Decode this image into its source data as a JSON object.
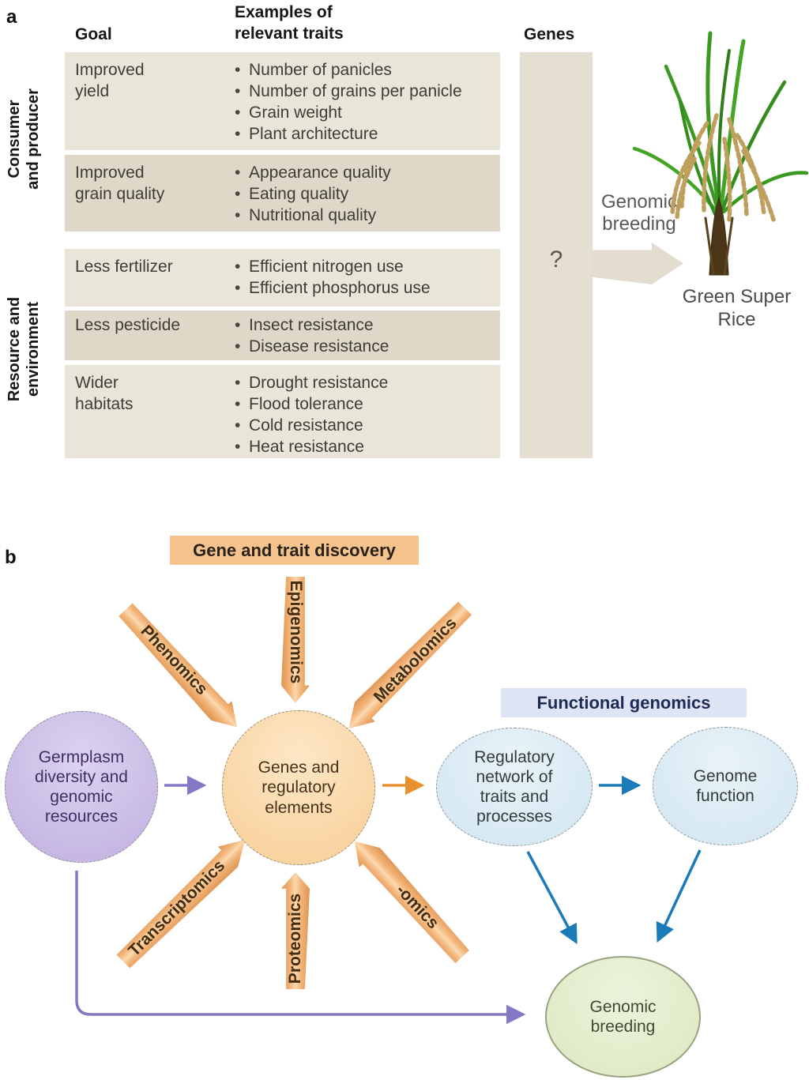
{
  "panel_a": {
    "label": "a",
    "headers": {
      "goal": "Goal",
      "traits": "Examples of\nrelevant traits",
      "genes": "Genes"
    },
    "group_labels": {
      "consumer": "Consumer\nand producer",
      "resource": "Resource and\nenvironment"
    },
    "rows": [
      {
        "goal": "Improved\nyield",
        "traits": [
          "Number of panicles",
          "Number of grains per panicle",
          "Grain weight",
          "Plant architecture"
        ]
      },
      {
        "goal": "Improved\ngrain quality",
        "traits": [
          "Appearance quality",
          "Eating quality",
          "Nutritional quality"
        ]
      },
      {
        "goal": "Less fertilizer",
        "traits": [
          "Efficient nitrogen use",
          "Efficient phosphorus use"
        ]
      },
      {
        "goal": "Less pesticide",
        "traits": [
          "Insect resistance",
          "Disease resistance"
        ]
      },
      {
        "goal": "Wider\nhabitats",
        "traits": [
          "Drought resistance",
          "Flood tolerance",
          "Cold resistance",
          "Heat resistance"
        ]
      }
    ],
    "genes_placeholder": "?",
    "breeding_arrow_label": "Genomic\nbreeding",
    "plant_caption": "Green Super\nRice",
    "plant_icon": "rice-plant-illustration"
  },
  "panel_b": {
    "label": "b",
    "headers": {
      "discovery": "Gene and trait discovery",
      "functional": "Functional genomics"
    },
    "nodes": {
      "germplasm": "Germplasm\ndiversity and\ngenomic\nresources",
      "genes": "Genes and\nregulatory\nelements",
      "regulatory": "Regulatory\nnetwork of\ntraits and\nprocesses",
      "genome_function": "Genome\nfunction",
      "genomic_breeding": "Genomic\nbreeding"
    },
    "omics": [
      "Phenomics",
      "Epigenomics",
      "Metabolomics",
      "Transcriptomics",
      "Proteomics",
      "-omics"
    ]
  },
  "colors": {
    "row_light": "#EAE5D9",
    "row_dark": "#DFD8C8",
    "genes_column": "#E5DFD1",
    "beige_arrow": "#E2DDCE",
    "discovery_header_bg": "#F5C48E",
    "functional_header_bg": "#DFE4F4",
    "omics_arrow_fill": "#F2B377",
    "genes_node_fill": "#F9D3A0",
    "germplasm_fill": "#C6B8E3",
    "blue_node_fill": "#D6E8F2",
    "green_node_fill": "#DFEAC6",
    "purple_arrow": "#8478C5",
    "orange_arrow": "#E8922F",
    "blue_arrow": "#1B7AB8"
  }
}
